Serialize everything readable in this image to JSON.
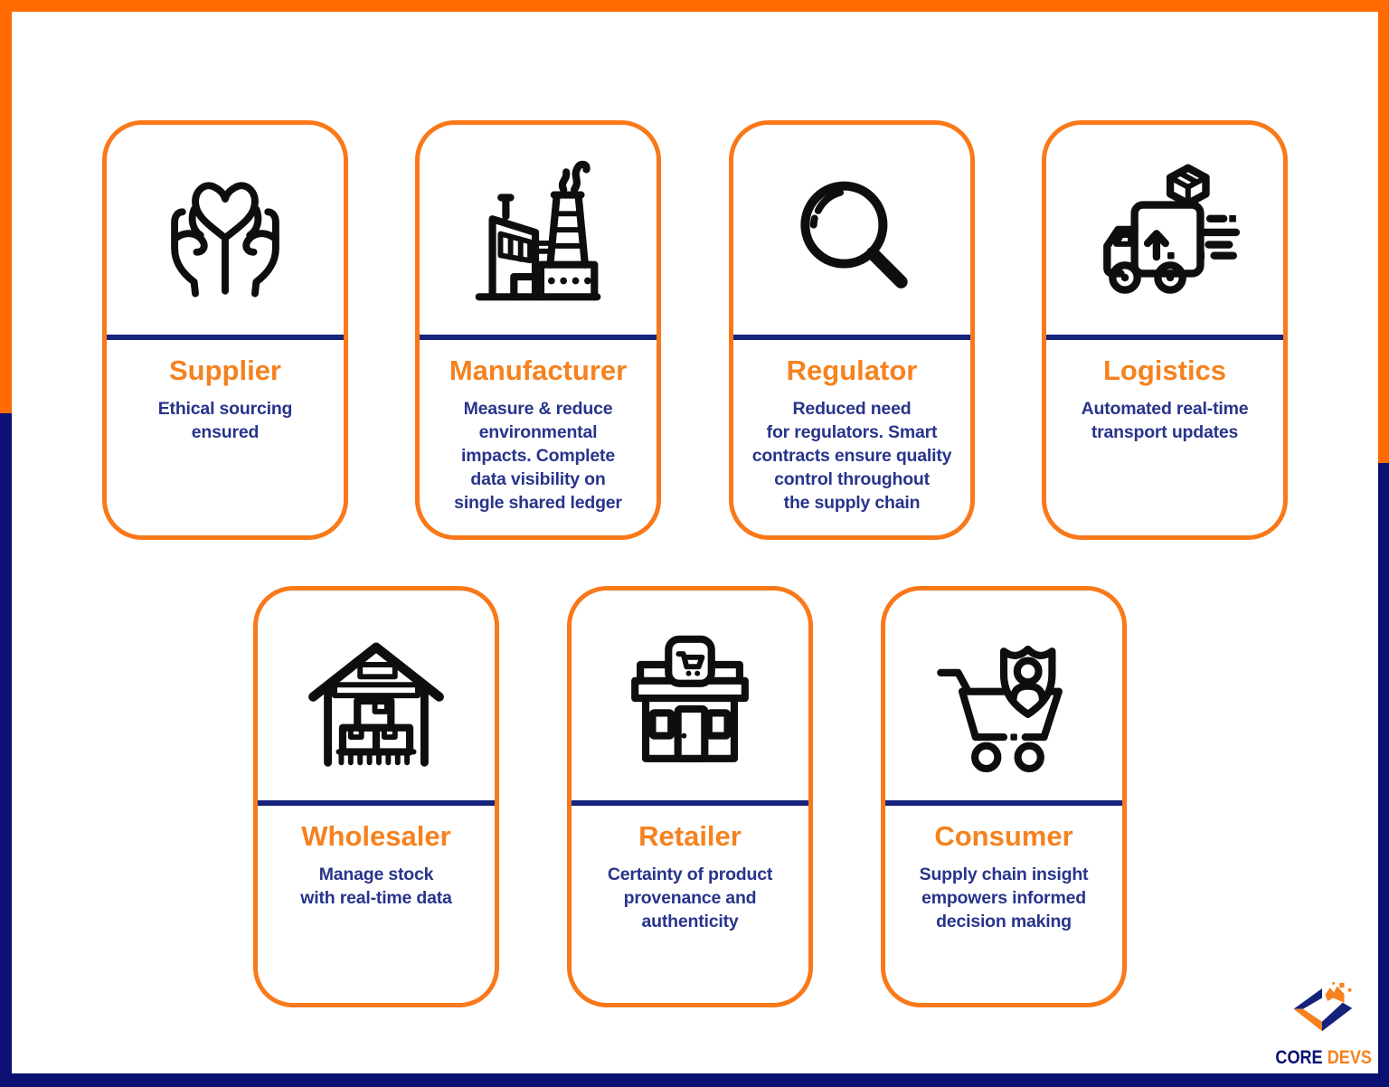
{
  "colors": {
    "orange": "#FF6B00",
    "card_orange": "#F9791A",
    "title_orange": "#F5821F",
    "navy": "#0A1172",
    "divider_navy": "#16247C",
    "text_navy": "#28348B"
  },
  "cards": [
    {
      "title": "Supplier",
      "description": "Ethical sourcing\nensured",
      "icon": "hands-holding-heart-icon"
    },
    {
      "title": "Manufacturer",
      "description": "Measure & reduce\nenvironmental\nimpacts. Complete\ndata visibility on\nsingle shared ledger",
      "icon": "factory-icon"
    },
    {
      "title": "Regulator",
      "description": "Reduced need\nfor regulators. Smart\ncontracts ensure quality\ncontrol throughout\nthe supply chain",
      "icon": "magnifying-glass-icon"
    },
    {
      "title": "Logistics",
      "description": "Automated real-time\ntransport updates",
      "icon": "delivery-truck-icon"
    },
    {
      "title": "Wholesaler",
      "description": "Manage stock\nwith real-time data",
      "icon": "warehouse-boxes-icon"
    },
    {
      "title": "Retailer",
      "description": "Certainty of product\nprovenance and\nauthenticity",
      "icon": "storefront-icon"
    },
    {
      "title": "Consumer",
      "description": "Supply chain insight\nempowers informed\ndecision making",
      "icon": "cart-shield-user-icon"
    }
  ],
  "logo": {
    "primary": "CORE",
    "secondary": "DEVS"
  }
}
